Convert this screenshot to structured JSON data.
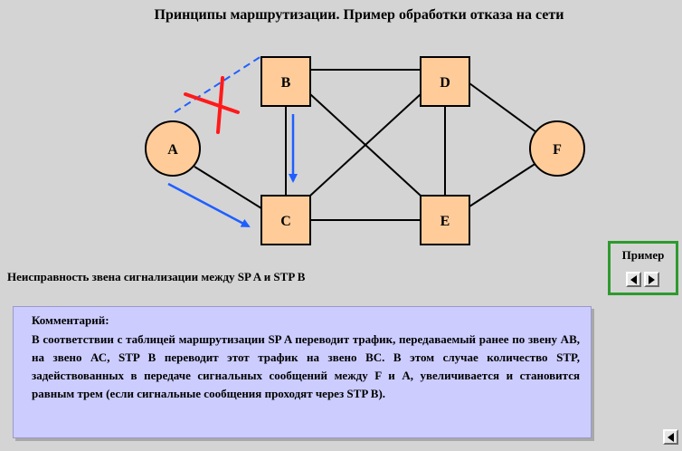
{
  "title": "Принципы маршрутизации. Пример обработки отказа на сети",
  "nodes": {
    "A": "A",
    "B": "B",
    "C": "C",
    "D": "D",
    "E": "E",
    "F": "F"
  },
  "fault_text": "Неисправность звена сигнализации между SP A и STP B",
  "example": {
    "label": "Пример",
    "prev_icon": "triangle-left",
    "next_icon": "triangle-right"
  },
  "comment": {
    "title": "Комментарий:",
    "body": "В соответствии с таблицей маршрутизации SP A переводит трафик, передаваемый ранее по звену АВ, на звено АС, STP B переводит этот трафик на звено ВС. В этом случае количество STP, задействованных в передаче сигнальных сообщений между F и A, увеличивается и становится равным трем (если сигнальные сообщения проходят через STP B)."
  },
  "colors": {
    "node_fill": "#ffcc99",
    "arrow": "#1f5fff",
    "fault_cross": "#ff1a1a",
    "comment_bg": "#ccccff",
    "example_border": "#2e9a2e"
  }
}
